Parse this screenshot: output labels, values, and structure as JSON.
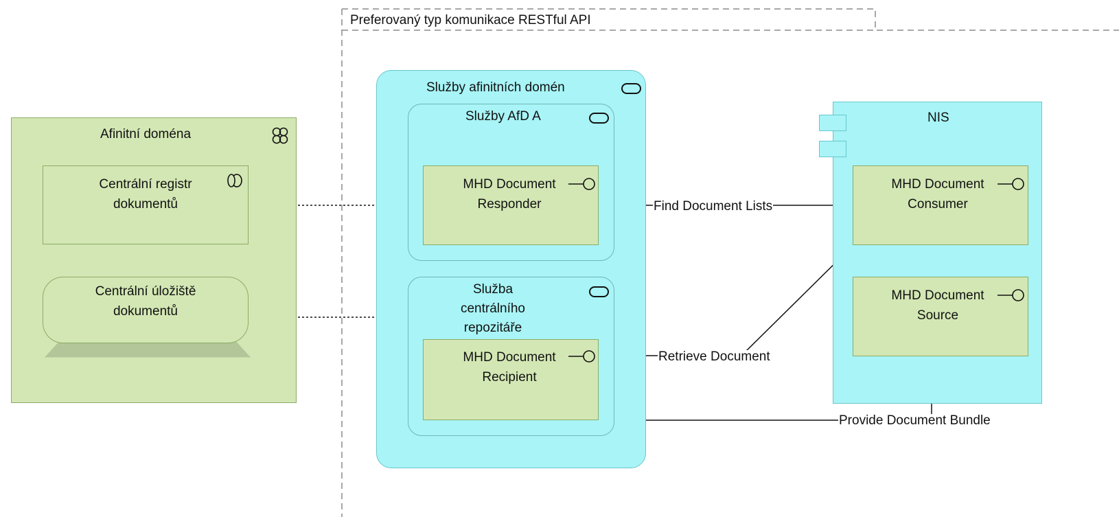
{
  "group": {
    "title": "Preferovaný typ komunikace RESTful API"
  },
  "afinitni_domena": {
    "title": "Afinitní doména",
    "icon": "collaboration-icon",
    "registry": {
      "label": "Centrální registr dokumentů",
      "icon": "role-icon"
    },
    "storage": {
      "label": "Centrální úložiště dokumentů"
    }
  },
  "sluzby_afd": {
    "title": "Služby afinitních domén",
    "icon": "service-icon",
    "afd_a": {
      "title": "Služby AfD A",
      "icon": "service-icon",
      "responder": {
        "label": "MHD Document Responder",
        "icon": "interface-icon"
      }
    },
    "repozitar": {
      "title": "Služba centrálního repozitáře",
      "icon": "service-icon",
      "recipient": {
        "label": "MHD Document Recipient",
        "icon": "interface-icon"
      }
    }
  },
  "nis": {
    "title": "NIS",
    "icon": "component-icon",
    "consumer": {
      "label": "MHD Document Consumer",
      "icon": "interface-icon"
    },
    "source": {
      "label": "MHD Document Source",
      "icon": "interface-icon"
    }
  },
  "relations": {
    "find": "Find Document Lists",
    "retrieve": "Retrieve Document",
    "provide": "Provide Document Bundle"
  },
  "colors": {
    "business_green": "#d3e7b4",
    "application_cyan": "#a8f4f6",
    "line": "#111111",
    "group_border": "#888888"
  }
}
